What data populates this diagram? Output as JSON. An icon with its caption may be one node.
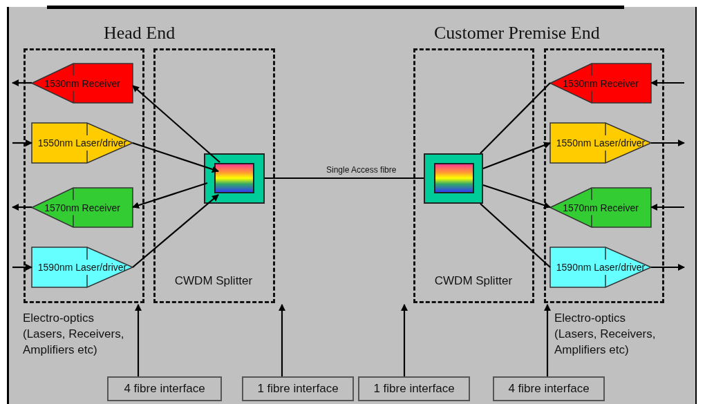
{
  "diagram": {
    "nodes": [
      {
        "text": [
          "Electro-optics (Lasers, Receivers, Amplifiers etc)"
        ]
      },
      {
        "text": [
          "CWDM Splitter"
        ]
      },
      {
        "text": [
          "1530nm Receiver"
        ],
        "in": 0
      },
      {
        "text": [
          "1550nm Laser/driver"
        ],
        "in": 0
      },
      {
        "text": [
          "1570nm Receiver"
        ],
        "in": 0
      },
      {
        "text": [
          "1590nm Laser/driver"
        ],
        "in": 0
      },
      {
        "text": [],
        "shape": "box",
        "in": 1
      },
      {
        "text": [
          "CWDM Splitter"
        ]
      },
      {
        "text": [],
        "shape": "box",
        "in": 7
      },
      {
        "text": [
          "Electro-optics (Lasers, Receivers, Amplifiers etc)"
        ]
      },
      {
        "text": [
          "1530nm Receiver"
        ],
        "in": 9
      },
      {
        "text": [
          "1550nm Laser/driver"
        ],
        "in": 9
      },
      {
        "text": [
          "1570nm Receiver"
        ],
        "in": 9
      },
      {
        "text": [
          "1590nm Laser/driver"
        ],
        "in": 9
      },
      {
        "text": [
          "4 fibre interface"
        ]
      },
      {
        "text": [
          "1 fibre interface"
        ]
      },
      {
        "text": [
          "1 fibre interface"
        ]
      },
      {
        "text": [
          "4 fibre interface"
        ]
      }
    ],
    "edges": [
      {
        "from": 2,
        "to": null,
        "arrow": "to"
      },
      {
        "from": null,
        "to": 3,
        "arrow": "to"
      },
      {
        "from": 4,
        "to": null,
        "arrow": "to"
      },
      {
        "from": null,
        "to": 5,
        "arrow": "to"
      },
      {
        "from": 6,
        "to": 2,
        "arrow": "to"
      },
      {
        "from": 3,
        "to": 6,
        "arrow": "to"
      },
      {
        "from": 6,
        "to": 4,
        "arrow": "to"
      },
      {
        "from": 5,
        "to": 6,
        "arrow": "to"
      },
      {
        "from": 6,
        "to": 8,
        "arrow": "none",
        "label": "Single Access fibre"
      },
      {
        "from": 8,
        "to": 10,
        "arrow": "none"
      },
      {
        "from": 8,
        "to": 11,
        "arrow": "to"
      },
      {
        "from": 8,
        "to": 12,
        "arrow": "to"
      },
      {
        "from": 8,
        "to": 13,
        "arrow": "none"
      },
      {
        "from": null,
        "to": 10,
        "arrow": "to"
      },
      {
        "from": 11,
        "to": null,
        "arrow": "to"
      },
      {
        "from": null,
        "to": 12,
        "arrow": "to"
      },
      {
        "from": 13,
        "to": null,
        "arrow": "to"
      },
      {
        "from": 14,
        "to": 0,
        "arrow": "to"
      },
      {
        "from": 15,
        "to": 1,
        "arrow": "to"
      },
      {
        "from": 16,
        "to": 7,
        "arrow": "to"
      },
      {
        "from": 17,
        "to": 9,
        "arrow": "to"
      }
    ],
    "labels": [
      "Head End",
      "Customer Premise End"
    ]
  }
}
